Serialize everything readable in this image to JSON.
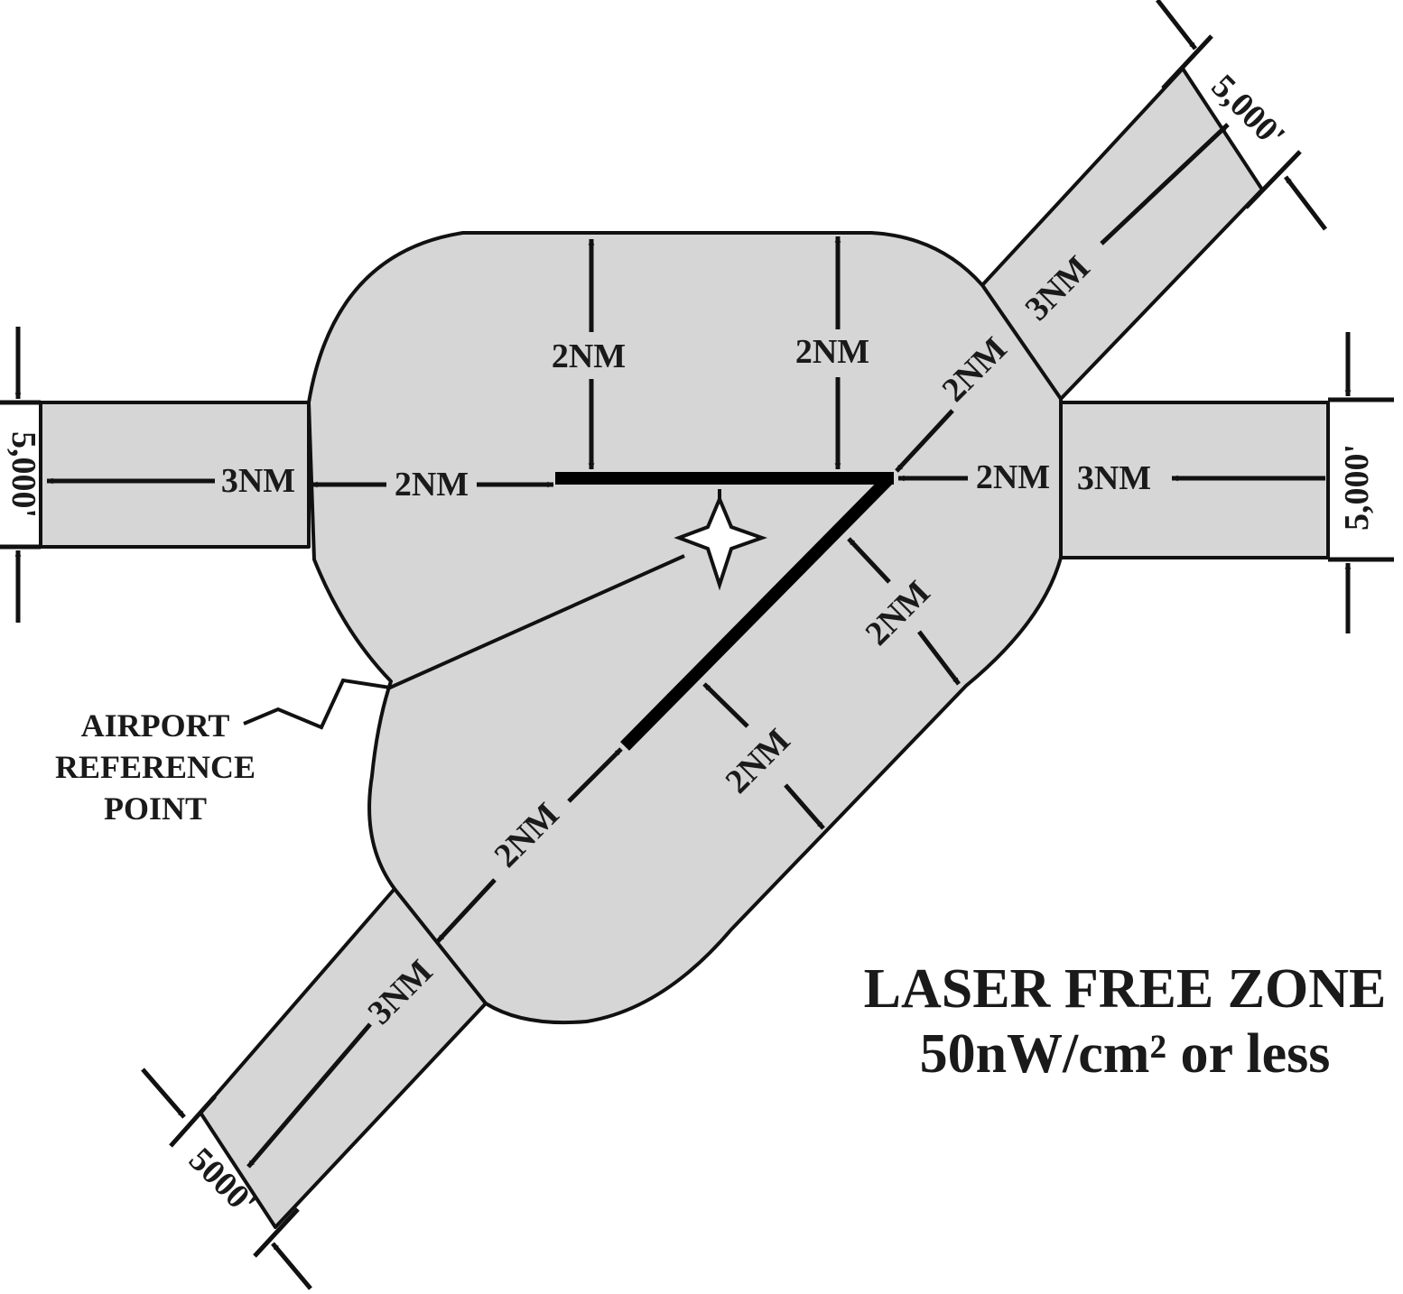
{
  "labels": {
    "nm2": "2NM",
    "nm3": "3NM",
    "width_5000_comma": "5,000'",
    "width_5000": "5000'"
  },
  "arp": {
    "line1": "AIRPORT",
    "line2": "REFERENCE",
    "line3": "POINT"
  },
  "title": {
    "line1": "LASER FREE ZONE",
    "line2": "50nW/cm² or less"
  },
  "colors": {
    "zone_fill": "#d6d6d6",
    "stroke": "#111111"
  }
}
